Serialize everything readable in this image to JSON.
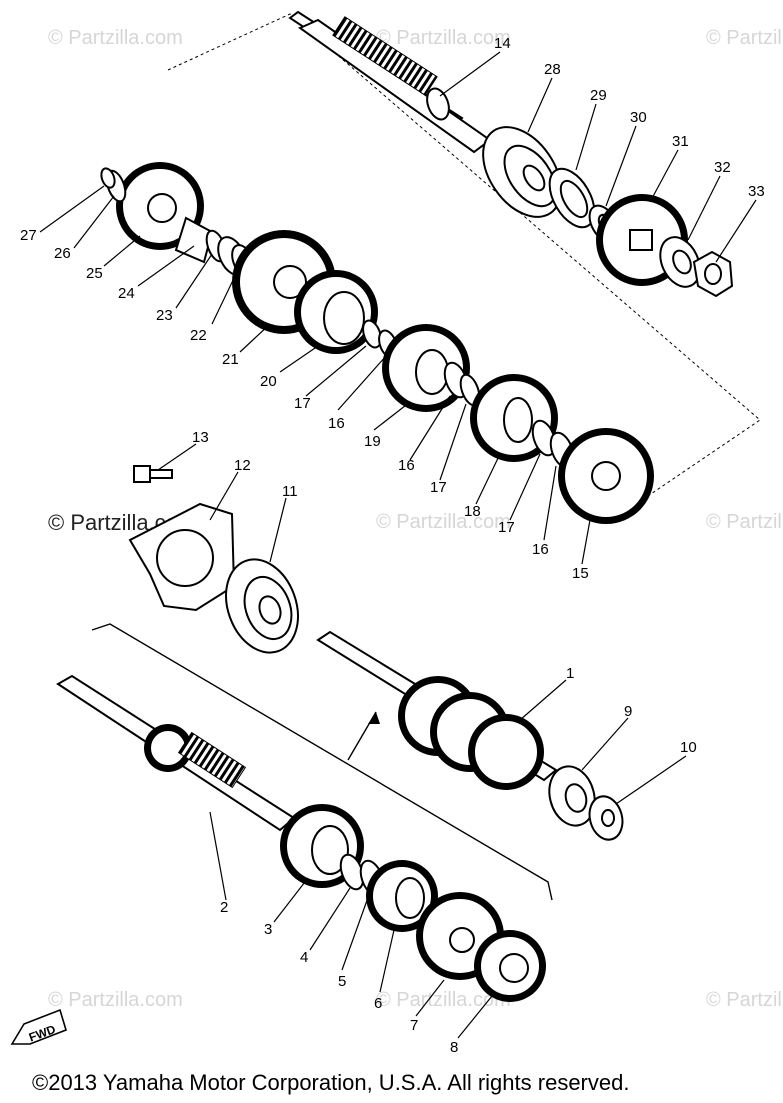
{
  "watermark": {
    "text": "© Partzilla.com",
    "primary_text": "© Partzilla.com"
  },
  "copyright": "©2013  Yamaha Motor Corporation, U.S.A. All rights reserved.",
  "fwd_label": "FWD",
  "callouts": {
    "c1": "1",
    "c2": "2",
    "c3": "3",
    "c4": "4",
    "c5": "5",
    "c6": "6",
    "c7": "7",
    "c8": "8",
    "c9": "9",
    "c10": "10",
    "c11": "11",
    "c12": "12",
    "c13": "13",
    "c14": "14",
    "c15": "15",
    "c16a": "16",
    "c16b": "16",
    "c16c": "16",
    "c17a": "17",
    "c17b": "17",
    "c17c": "17",
    "c18": "18",
    "c19": "19",
    "c20": "20",
    "c21": "21",
    "c22": "22",
    "c23": "23",
    "c24": "24",
    "c25": "25",
    "c26": "26",
    "c27": "27",
    "c28": "28",
    "c29": "29",
    "c30": "30",
    "c31": "31",
    "c32": "32",
    "c33": "33"
  }
}
